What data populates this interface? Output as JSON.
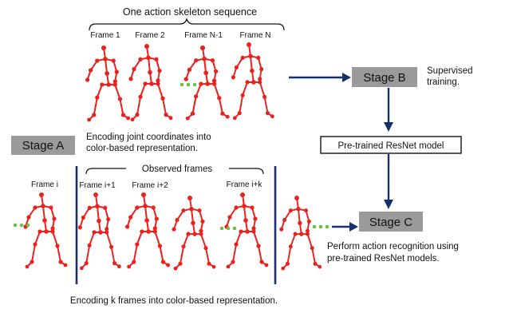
{
  "top_sequence": {
    "caption": "One action skeleton sequence",
    "frames": [
      "Frame 1",
      "Frame 2",
      "Frame N-1",
      "Frame N"
    ]
  },
  "stage_a": {
    "label": "Stage A",
    "desc_line1": "Encoding joint coordinates into",
    "desc_line2": "color-based representation."
  },
  "stage_b": {
    "label": "Stage B",
    "desc_line1": "Supervised",
    "desc_line2": "training."
  },
  "resnet": {
    "label": "Pre-trained ResNet model"
  },
  "stage_c": {
    "label": "Stage C",
    "desc_line1": "Perform action recognition using",
    "desc_line2": "pre-trained ResNet models."
  },
  "bottom_sequence": {
    "observed_label": "Observed frames",
    "frame_i": "Frame i",
    "frames": [
      "Frame i+1",
      "Frame i+2",
      "Frame i+k"
    ],
    "caption": "Encoding k frames into color-based representation."
  },
  "colors": {
    "skeleton": "#e8231f",
    "ellipsis_top": "#6cc04a",
    "ellipsis_bottom": "#6cc04a",
    "arrow": "#17306a",
    "stage_box": "#9a9a9a"
  }
}
